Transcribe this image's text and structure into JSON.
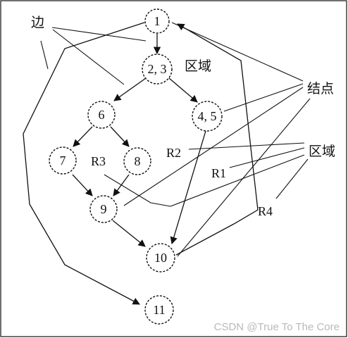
{
  "nodes": {
    "n1": "1",
    "n23": "2, 3",
    "n45": "4, 5",
    "n6": "6",
    "n7": "7",
    "n8": "8",
    "n9": "9",
    "n10": "10",
    "n11": "11"
  },
  "regions": {
    "r1": "R1",
    "r2": "R2",
    "r3": "R3",
    "r4": "R4"
  },
  "annotations": {
    "edge": "边",
    "region_top": "区域",
    "node": "结点",
    "region_right": "区域"
  },
  "watermark": "CSDN @True To The Core",
  "colors": {
    "line": "#111111",
    "background": "#ffffff",
    "watermark": "#b9b9b9"
  }
}
